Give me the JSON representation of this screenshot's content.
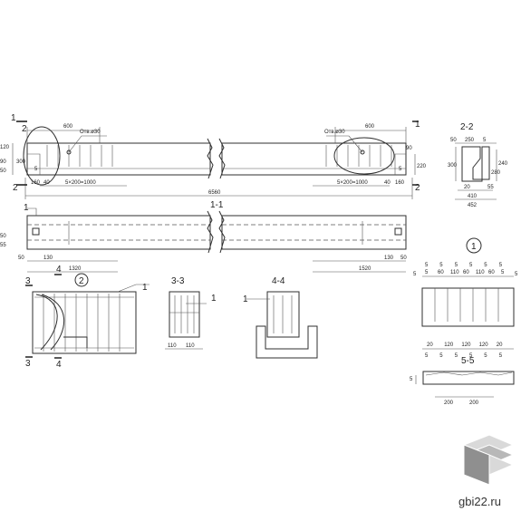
{
  "elevation": {
    "overall_length": "6560",
    "end_len_left": "600",
    "end_len_right": "600",
    "mark_note_left": "Отв.ø30",
    "mark_note_right": "Отв.ø30",
    "pitch_left": "5×200=1000",
    "pitch_right": "5×200=1000",
    "dim_160": "160",
    "dim_40_left": "40",
    "dim_40_right": "40",
    "dim_160_right": "160",
    "dim_5_left": "5",
    "dim_5_right": "5",
    "dim_220": "220",
    "dim_300": "300",
    "dim_120_left": "120",
    "dim_90": "90",
    "dim_50_left": "50",
    "dim_90_right": "90",
    "label_1_left": "1",
    "label_2_left": "2",
    "label_1_right": "1",
    "label_2_right": "2",
    "label_2_top": "2"
  },
  "section_2_2": {
    "title": "2-2",
    "d50": "50",
    "d250": "250",
    "d5a": "5",
    "d300": "300",
    "d280": "280",
    "d240": "240",
    "d20": "20",
    "d55": "55",
    "d410": "410",
    "d452": "452"
  },
  "plan_1_1": {
    "title": "1-1",
    "label_1": "1",
    "d50": "50",
    "d130": "130",
    "d1320": "1320",
    "d130b": "130",
    "d50b": "50",
    "d1520": "1520",
    "d55": "55",
    "d50c": "50"
  },
  "detail_2": {
    "marker": "2",
    "cut_3": "3",
    "cut_3b": "3",
    "cut_4": "4",
    "cut_4b": "4",
    "label_1": "1"
  },
  "section_3_3": {
    "title": "3-3",
    "label_1": "1",
    "d110a": "110",
    "d110b": "110"
  },
  "section_4_4": {
    "title": "4-4",
    "label_1": "1"
  },
  "detail_1": {
    "marker": "1",
    "top_dims": [
      "5",
      "60",
      "110",
      "60",
      "110",
      "60",
      "5"
    ],
    "top_5s": [
      "5",
      "5",
      "5",
      "5",
      "5",
      "5"
    ],
    "bottom_dims": [
      "20",
      "120",
      "120",
      "120",
      "20"
    ],
    "bottom_5s": [
      "5",
      "5",
      "5",
      "5",
      "5",
      "5"
    ],
    "side_5": "5",
    "side_5b": "5"
  },
  "section_5_5": {
    "title": "5-5",
    "d200a": "200",
    "d200b": "200",
    "d5": "5"
  },
  "footer": {
    "site": "gbi22.ru"
  },
  "colors": {
    "line": "#2f2f2f",
    "logo_light": "#d9d9d9",
    "logo_mid": "#b8b8b8",
    "logo_dark": "#8f8f8f"
  }
}
